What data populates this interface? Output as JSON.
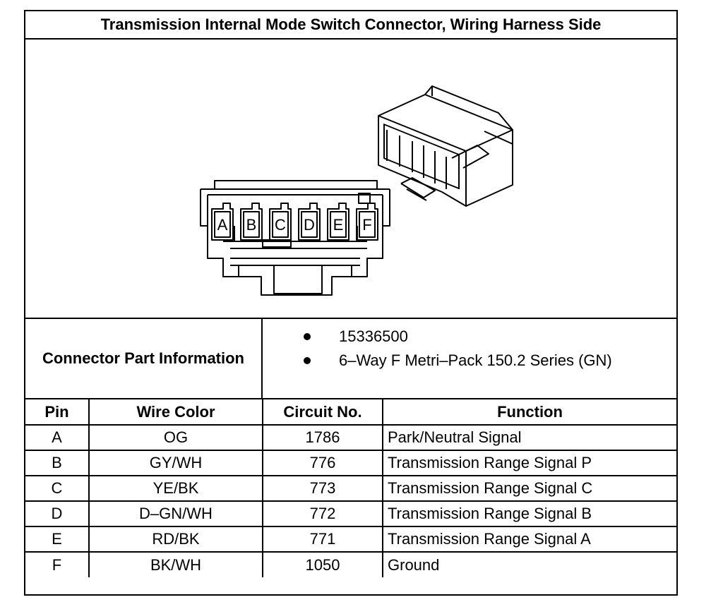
{
  "title": "Transmission Internal Mode Switch Connector, Wiring Harness Side",
  "connector_pins": [
    "A",
    "B",
    "C",
    "D",
    "E",
    "F"
  ],
  "connector_info": {
    "label": "Connector Part Information",
    "items": [
      "15336500",
      "6–Way F Metri–Pack 150.2 Series (GN)"
    ]
  },
  "table": {
    "headers": [
      "Pin",
      "Wire Color",
      "Circuit No.",
      "Function"
    ],
    "rows": [
      {
        "pin": "A",
        "wire_color": "OG",
        "circuit": "1786",
        "function": "Park/Neutral Signal"
      },
      {
        "pin": "B",
        "wire_color": "GY/WH",
        "circuit": "776",
        "function": "Transmission Range Signal P"
      },
      {
        "pin": "C",
        "wire_color": "YE/BK",
        "circuit": "773",
        "function": "Transmission Range Signal C"
      },
      {
        "pin": "D",
        "wire_color": "D–GN/WH",
        "circuit": "772",
        "function": "Transmission Range Signal B"
      },
      {
        "pin": "E",
        "wire_color": "RD/BK",
        "circuit": "771",
        "function": "Transmission Range Signal A"
      },
      {
        "pin": "F",
        "wire_color": "BK/WH",
        "circuit": "1050",
        "function": "Ground"
      }
    ]
  }
}
